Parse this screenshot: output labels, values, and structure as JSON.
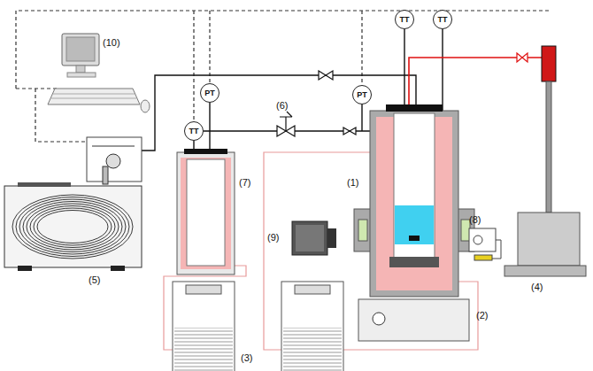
{
  "diagram": {
    "nodes": [
      {
        "text": [
          "TT"
        ]
      },
      {
        "text": [
          "TT"
        ]
      },
      {
        "text": [
          "PT"
        ]
      },
      {
        "text": [
          "PT"
        ]
      },
      {
        "text": [
          "TT"
        ]
      }
    ],
    "labels": [
      "(10)",
      "(6)",
      "(7)",
      "(1)",
      "(8)",
      "(9)",
      "(5)",
      "(4)",
      "(2)",
      "(3)"
    ]
  }
}
